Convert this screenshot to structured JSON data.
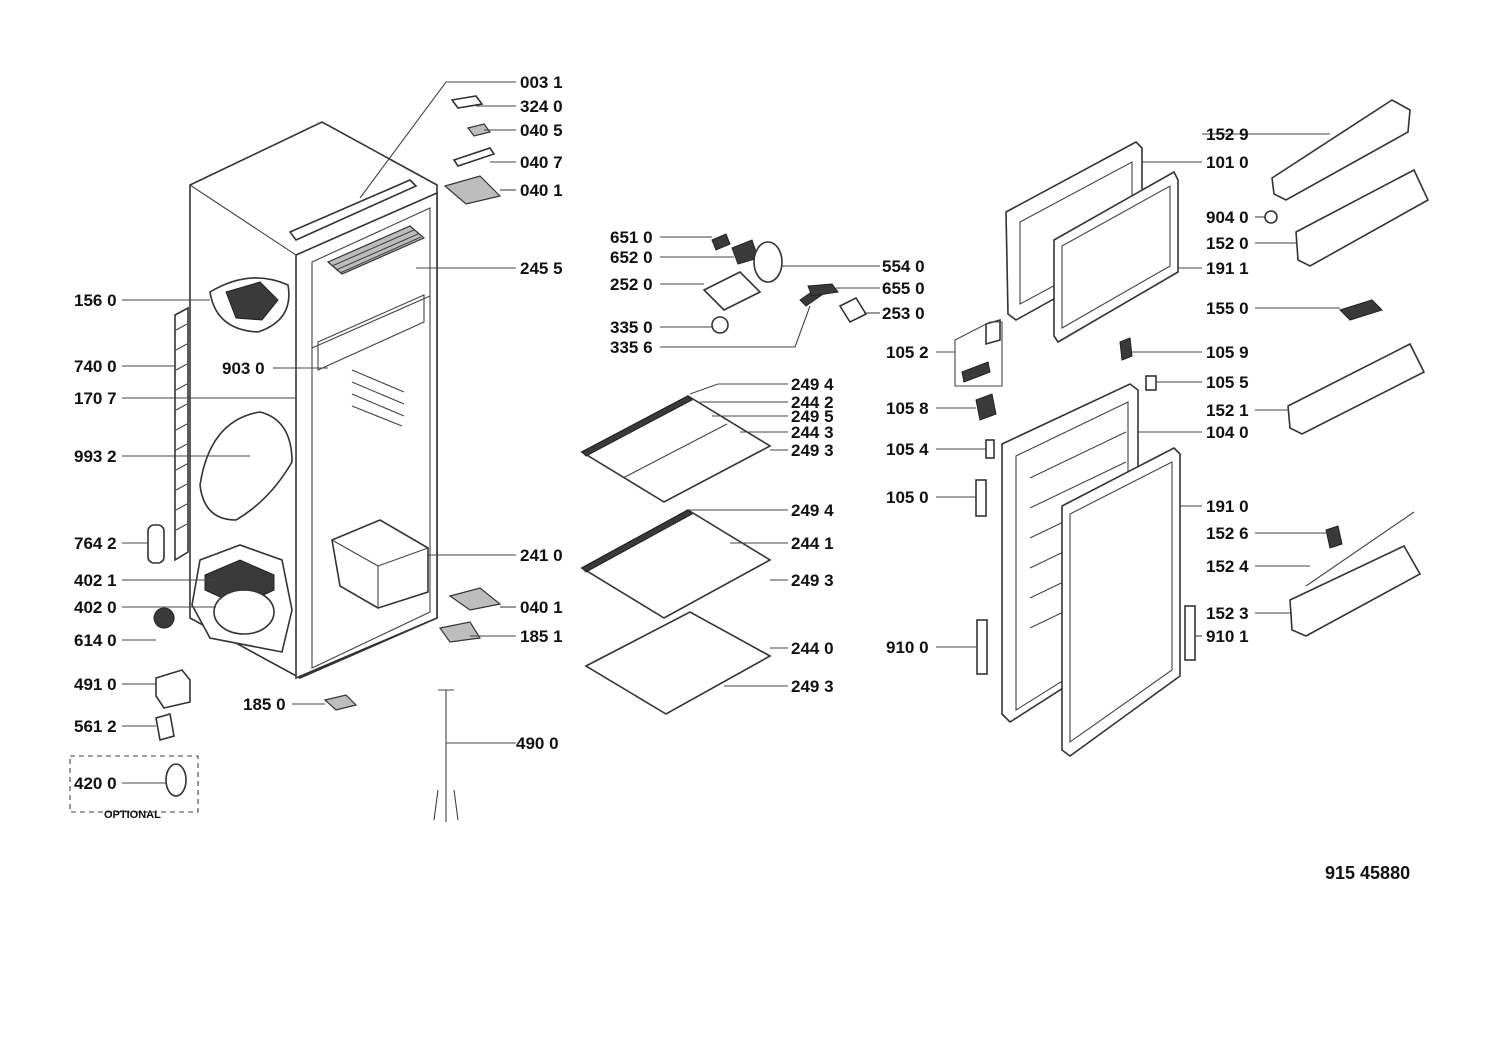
{
  "diagram": {
    "reference_number": "915 45880",
    "optional_label": "OPTIONAL",
    "parts": {
      "p0031": "003 1",
      "p3240": "324 0",
      "p0405": "040 5",
      "p0407": "040 7",
      "p0401a": "040 1",
      "p2455": "245 5",
      "p1560": "156 0",
      "p7400": "740 0",
      "p9030": "903 0",
      "p1707": "170 7",
      "p9932": "993 2",
      "p7642": "764 2",
      "p4021": "402 1",
      "p4020": "402 0",
      "p6140": "614 0",
      "p4910": "491 0",
      "p5612": "561 2",
      "p4200": "420 0",
      "p1850": "185 0",
      "p4900": "490 0",
      "p0401b": "040 1",
      "p1851": "185 1",
      "p2410": "241 0",
      "p6510": "651 0",
      "p6520": "652 0",
      "p2520": "252 0",
      "p3350": "335 0",
      "p3356": "335 6",
      "p5540": "554 0",
      "p6550": "655 0",
      "p2530": "253 0",
      "p2494a": "249 4",
      "p2442": "244 2",
      "p2495": "249 5",
      "p2443": "244 3",
      "p2493a": "249 3",
      "p2494b": "249 4",
      "p2441": "244 1",
      "p2493b": "249 3",
      "p2440": "244 0",
      "p2493c": "249 3",
      "p1052": "105 2",
      "p1058": "105 8",
      "p1054": "105 4",
      "p1050": "105 0",
      "p9100": "910 0",
      "p1529": "152 9",
      "p1010": "101 0",
      "p9040": "904 0",
      "p1520": "152 0",
      "p1911": "191 1",
      "p1550": "155 0",
      "p1059": "105 9",
      "p1055": "105 5",
      "p1521": "152 1",
      "p1040": "104 0",
      "p1910": "191 0",
      "p1526": "152 6",
      "p1524": "152 4",
      "p1523": "152 3",
      "p9101": "910 1"
    }
  }
}
